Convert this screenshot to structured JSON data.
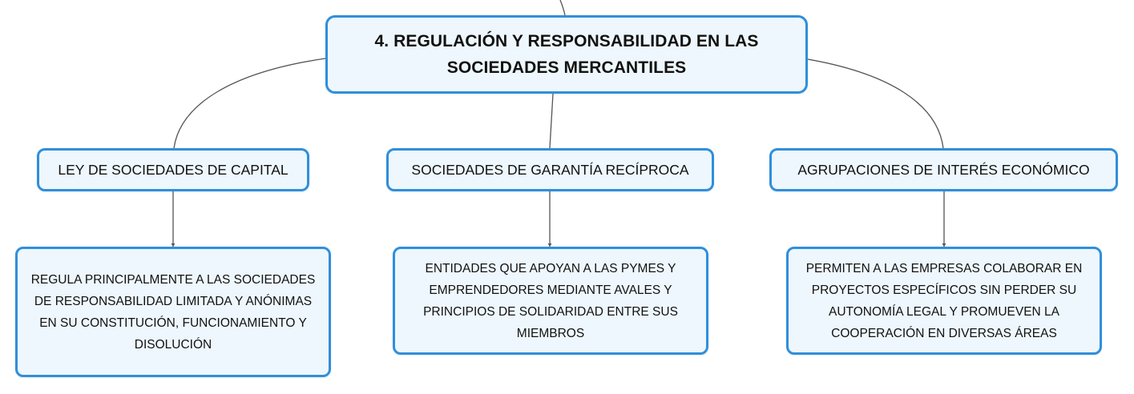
{
  "diagram": {
    "type": "mind-map",
    "colors": {
      "node_border": "#2f8fdc",
      "node_fill": "#eef7fd",
      "connector": "#555555",
      "text": "#111111"
    },
    "root": {
      "label": "4. REGULACIÓN Y RESPONSABILIDAD EN LAS SOCIEDADES MERCANTILES"
    },
    "branches": [
      {
        "label": "LEY DE SOCIEDADES DE CAPITAL",
        "detail": "REGULA PRINCIPALMENTE A LAS SOCIEDADES DE RESPONSABILIDAD LIMITADA Y ANÓNIMAS EN SU CONSTITUCIÓN, FUNCIONAMIENTO Y DISOLUCIÓN"
      },
      {
        "label": "SOCIEDADES DE GARANTÍA RECÍPROCA",
        "detail": "ENTIDADES QUE APOYAN A LAS PYMES Y EMPRENDEDORES MEDIANTE AVALES Y PRINCIPIOS DE SOLIDARIDAD ENTRE SUS MIEMBROS"
      },
      {
        "label": "AGRUPACIONES DE INTERÉS ECONÓMICO",
        "detail": "PERMITEN A LAS EMPRESAS COLABORAR EN PROYECTOS ESPECÍFICOS SIN PERDER SU AUTONOMÍA LEGAL Y PROMUEVEN LA COOPERACIÓN EN DIVERSAS ÁREAS"
      }
    ]
  }
}
